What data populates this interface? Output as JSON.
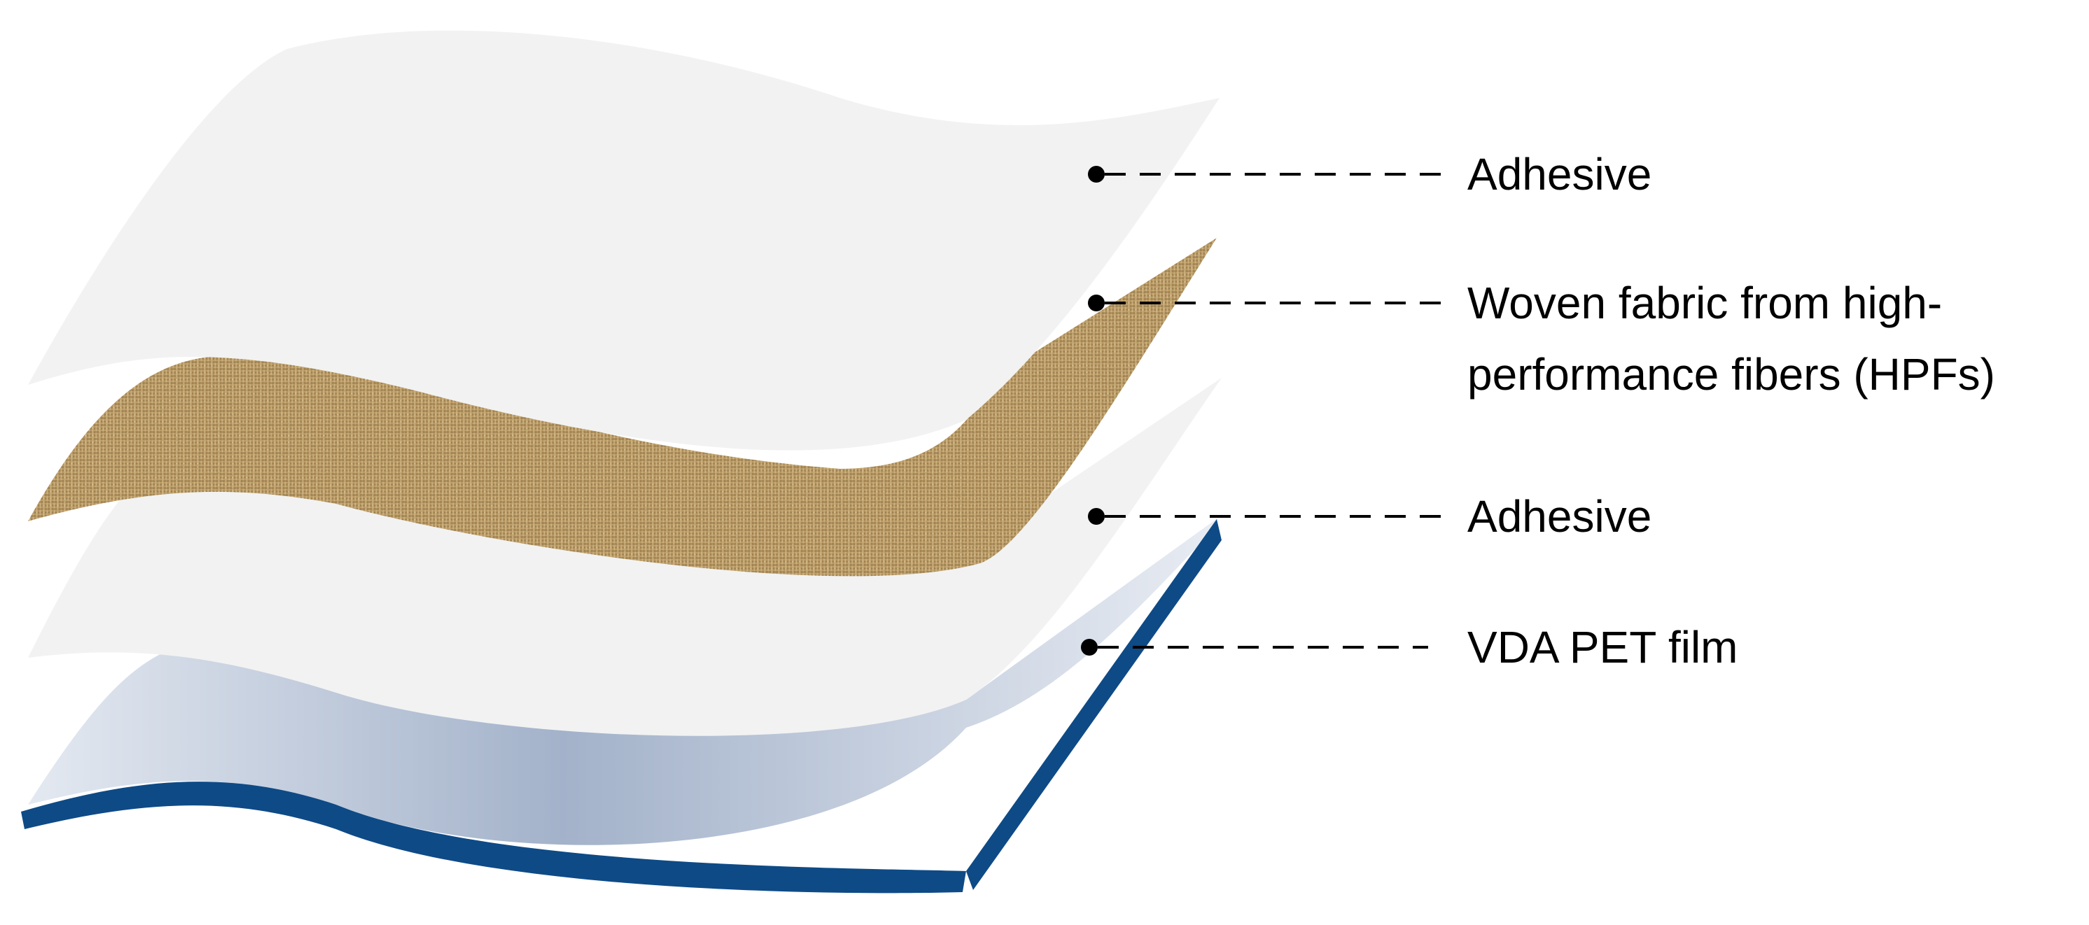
{
  "layers": [
    {
      "id": "adhesive-top",
      "label_lines": [
        "Adhesive"
      ]
    },
    {
      "id": "woven-fabric",
      "label_lines": [
        "Woven fabric from high-",
        "performance fibers (HPFs)"
      ]
    },
    {
      "id": "adhesive-bottom",
      "label_lines": [
        "Adhesive"
      ]
    },
    {
      "id": "vda-pet-film",
      "label_lines": [
        "VDA PET film"
      ]
    }
  ],
  "colors": {
    "adhesive": "#f2f2f2",
    "fabric_base": "#c2a068",
    "fabric_dark": "#8a6a3a",
    "fabric_light": "#e2c998",
    "film_light": "#e3e8f0",
    "film_mid": "#a7b5cc",
    "film_edge": "#0e4a86"
  }
}
